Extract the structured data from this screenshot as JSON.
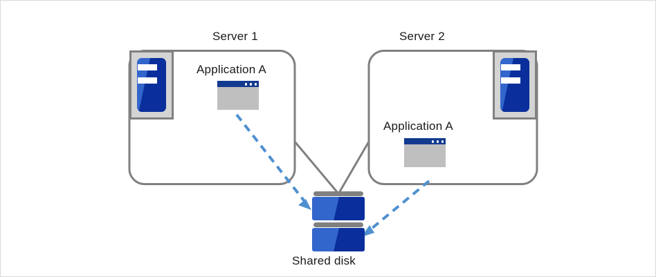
{
  "diagram": {
    "title_visible": false,
    "colors": {
      "server_box_border": "#808080",
      "icon_frame": "#808080",
      "icon_frame_fill": "#d4d4d4",
      "unit_blue_light": "#3366cc",
      "unit_blue_dark": "#0a2f9c",
      "window_titlebar": "#123a8f",
      "window_body": "#bfbfbf",
      "arrow_blue": "#4f90d0",
      "connector_gray": "#808080",
      "text": "#1a1a1a",
      "canvas_border": "#d9d9d9"
    }
  },
  "servers": [
    {
      "id": "server-1",
      "title": "Server 1",
      "icon_name": "server-machine-icon",
      "app": {
        "label": "Application A",
        "icon_name": "application-window-icon"
      }
    },
    {
      "id": "server-2",
      "title": "Server 2",
      "icon_name": "server-machine-icon",
      "app": {
        "label": "Application A",
        "icon_name": "application-window-icon"
      }
    }
  ],
  "storage": {
    "label": "Shared disk",
    "icon_name": "shared-disk-icon"
  },
  "connections": [
    {
      "name": "server1-to-disk-access",
      "style": "dashed-arrow",
      "from": "server-1-application-a",
      "to": "shared-disk",
      "color": "#4f90d0"
    },
    {
      "name": "server2-to-disk-access",
      "style": "dashed-arrow",
      "from": "server-2-application-a",
      "to": "shared-disk",
      "color": "#4f90d0"
    },
    {
      "name": "server1-to-disk-link",
      "style": "solid-line",
      "from": "server-1",
      "to": "shared-disk",
      "color": "#808080"
    },
    {
      "name": "server2-to-disk-link",
      "style": "solid-line",
      "from": "server-2",
      "to": "shared-disk",
      "color": "#808080"
    }
  ]
}
